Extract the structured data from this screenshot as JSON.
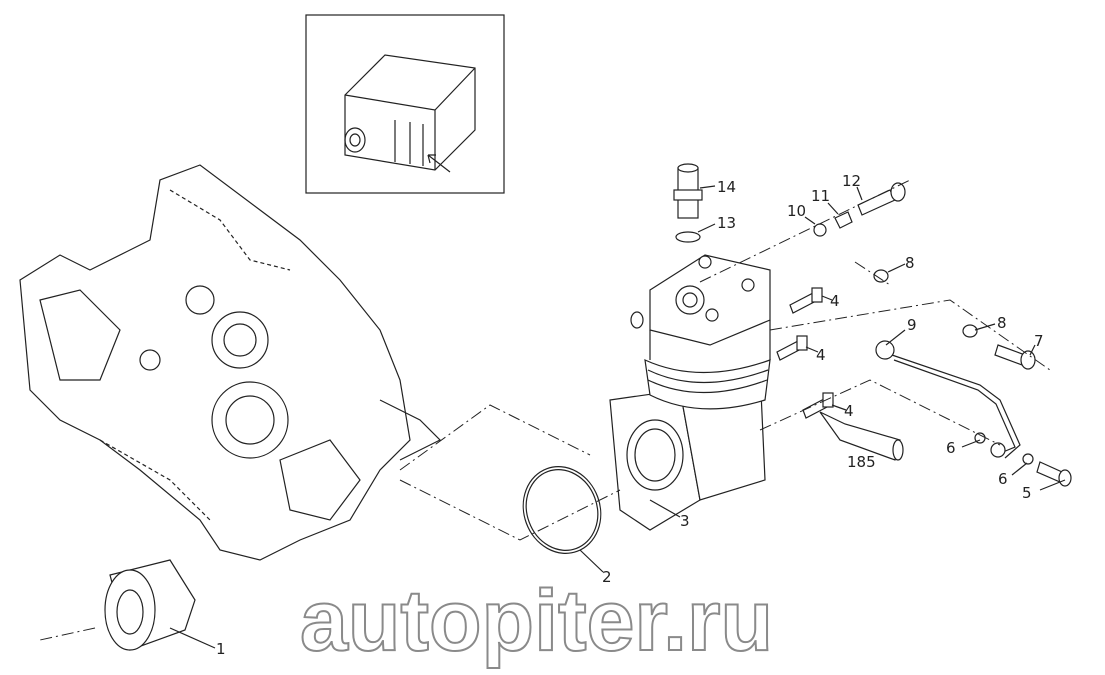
{
  "watermark": "autopiter.ru",
  "labels": {
    "l1": "1",
    "l2": "2",
    "l3": "3",
    "l4a": "4",
    "l4b": "4",
    "l4c": "4",
    "l5": "5",
    "l6a": "6",
    "l6b": "6",
    "l7": "7",
    "l8a": "8",
    "l8b": "8",
    "l9": "9",
    "l10": "10",
    "l11": "11",
    "l12": "12",
    "l13": "13",
    "l14": "14",
    "l185": "185"
  }
}
